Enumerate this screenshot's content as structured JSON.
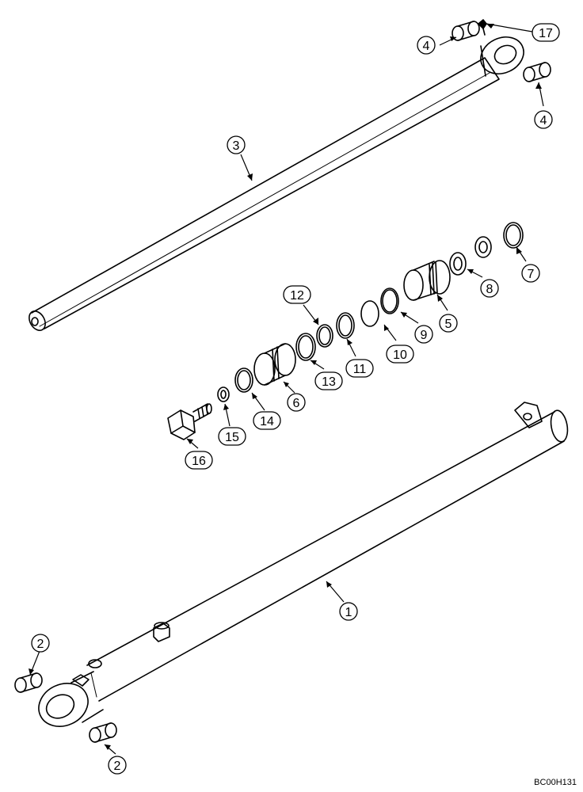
{
  "diagram": {
    "document_code": "BC00H131",
    "callouts": [
      "17",
      "4",
      "4",
      "3",
      "7",
      "8",
      "5",
      "9",
      "10",
      "11",
      "12",
      "13",
      "6",
      "14",
      "15",
      "16",
      "1",
      "2",
      "2"
    ]
  }
}
